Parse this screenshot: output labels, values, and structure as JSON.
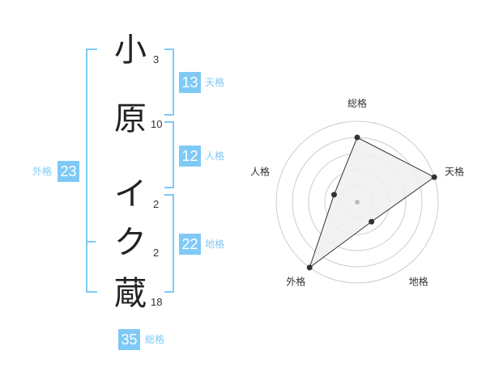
{
  "name": {
    "chars": [
      {
        "char": "小",
        "strokes": "3"
      },
      {
        "char": "原",
        "strokes": "10"
      },
      {
        "char": "イ",
        "strokes": "2"
      },
      {
        "char": "ク",
        "strokes": "2"
      },
      {
        "char": "蔵",
        "strokes": "18"
      }
    ]
  },
  "fortunes": {
    "tenkaku": {
      "value": "13",
      "label": "天格"
    },
    "jinkaku": {
      "value": "12",
      "label": "人格"
    },
    "chikaku": {
      "value": "22",
      "label": "地格"
    },
    "gaikaku": {
      "value": "23",
      "label": "外格"
    },
    "soukaku": {
      "value": "35",
      "label": "総格"
    }
  },
  "radar": {
    "axes": [
      "総格",
      "天格",
      "地格",
      "外格",
      "人格"
    ],
    "levels": 5,
    "values": [
      0.8,
      1.0,
      0.3,
      1.0,
      0.3
    ],
    "colors": {
      "fill": "#f0f0f0",
      "line": "#333333",
      "ring": "#cccccc",
      "dot": "#333333",
      "center": "#bbbbbb"
    }
  }
}
